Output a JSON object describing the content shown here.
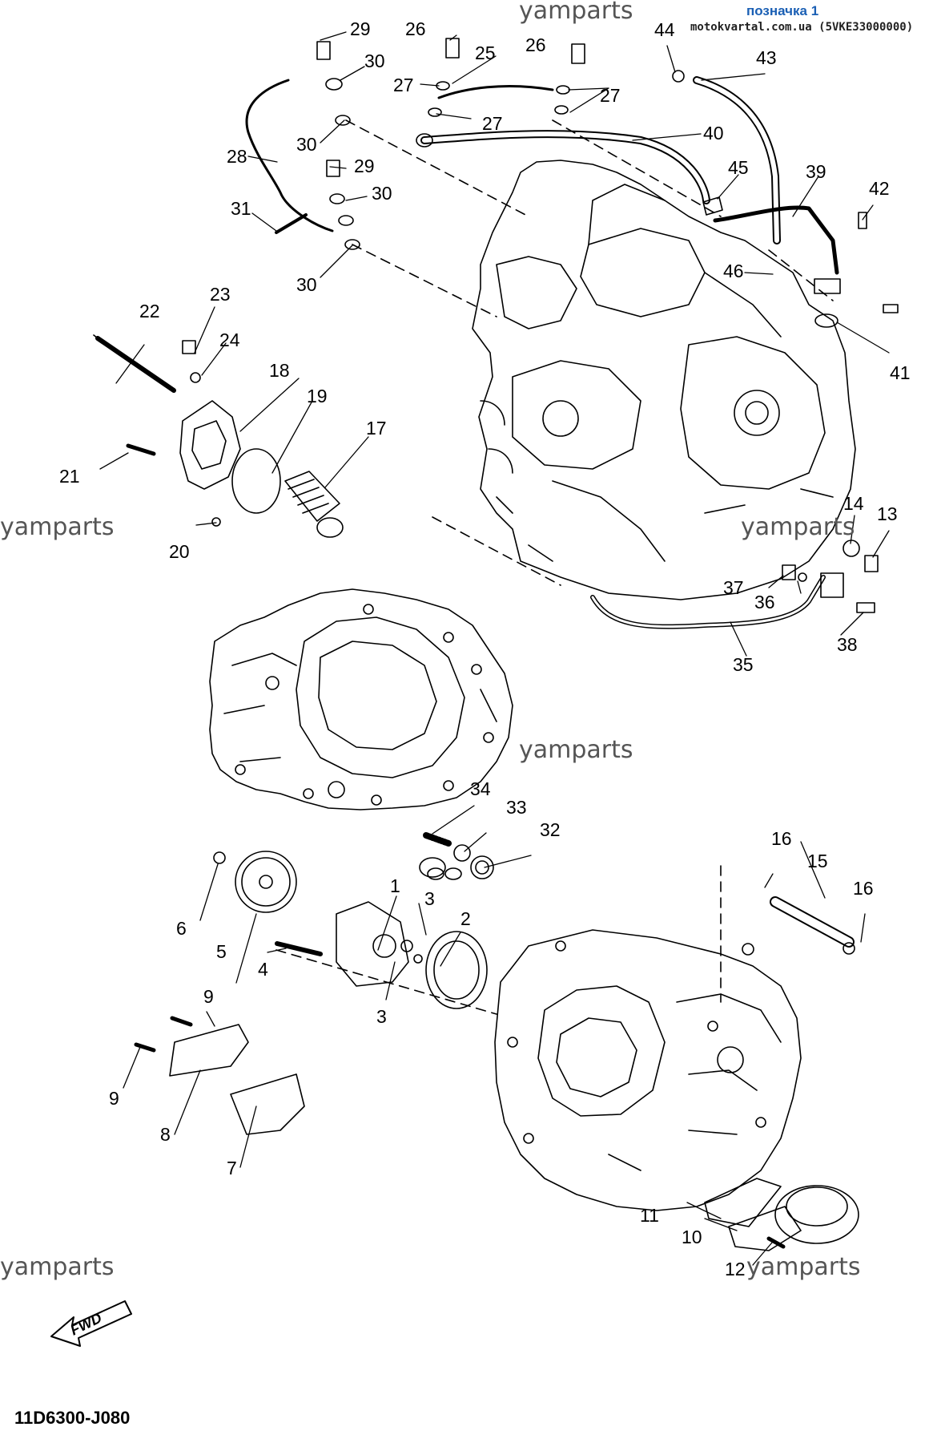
{
  "header": {
    "link_text": "позначка 1",
    "site_text": "motokvartal.com.ua (5VKE33000000)"
  },
  "watermark": {
    "text": "yamparts"
  },
  "diagram_code": "11D6300-J080",
  "fwd_arrow": {
    "text": "FWD",
    "icon": "fwd-arrow-icon"
  },
  "callouts": [
    "1",
    "2",
    "3",
    "3",
    "4",
    "5",
    "6",
    "7",
    "8",
    "9",
    "9",
    "10",
    "11",
    "12",
    "13",
    "14",
    "15",
    "16",
    "16",
    "17",
    "18",
    "19",
    "20",
    "21",
    "22",
    "23",
    "24",
    "25",
    "26",
    "26",
    "27",
    "27",
    "27",
    "28",
    "29",
    "29",
    "30",
    "30",
    "30",
    "30",
    "31",
    "32",
    "33",
    "34",
    "35",
    "36",
    "37",
    "38",
    "39",
    "40",
    "41",
    "42",
    "43",
    "44",
    "45",
    "46"
  ]
}
